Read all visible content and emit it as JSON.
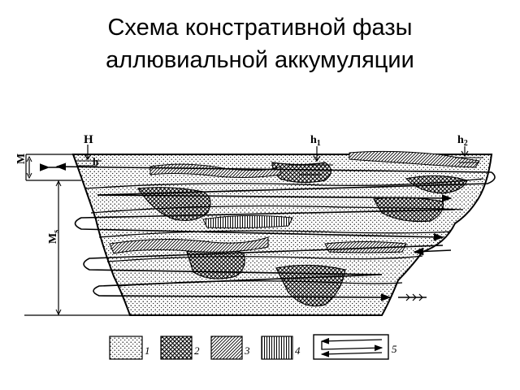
{
  "title": {
    "line1": "Схема констративной фазы",
    "line2": "аллювиальной аккумуляции"
  },
  "diagram": {
    "labels": {
      "H": "H",
      "h": "h",
      "h1": "h",
      "h1_sub": "1",
      "h2": "h",
      "h2_sub": "2",
      "M": "M",
      "Ms": "M",
      "Ms_sub": "s"
    },
    "legend": [
      {
        "num": "1",
        "pattern": "dots",
        "icon": "dotted-sand-icon"
      },
      {
        "num": "2",
        "pattern": "crosshatch",
        "icon": "crosshatch-icon"
      },
      {
        "num": "3",
        "pattern": "diagonal",
        "icon": "diagonal-hatch-icon"
      },
      {
        "num": "4",
        "pattern": "vertical",
        "icon": "vertical-hatch-icon"
      },
      {
        "num": "5",
        "pattern": "arrows",
        "icon": "flow-arrows-icon"
      }
    ],
    "colors": {
      "ink": "#000000",
      "background": "#ffffff"
    }
  }
}
